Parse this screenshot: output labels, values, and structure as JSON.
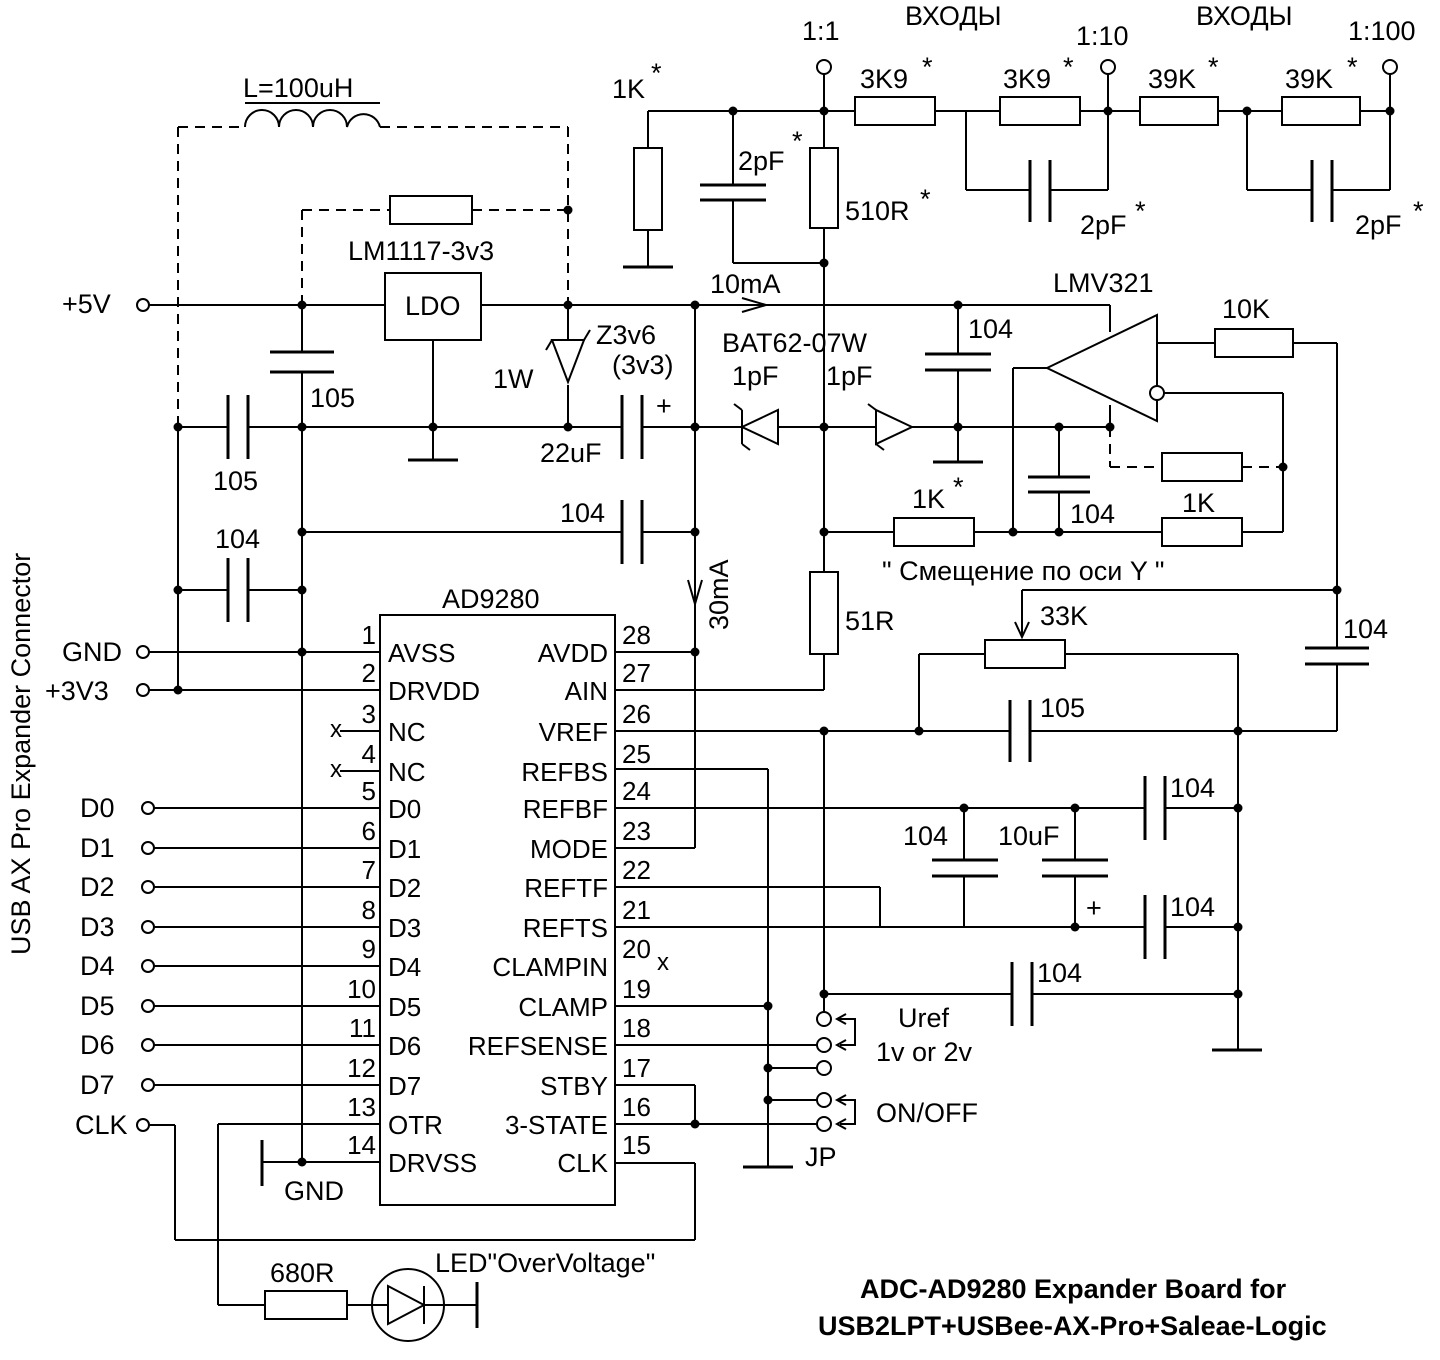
{
  "title": {
    "line1": "ADC-AD9280 Expander Board for",
    "line2": "USB2LPT+USBee-AX-Pro+Saleae-Logic"
  },
  "connector_label": "USB AX Pro Expander Connector",
  "connector_pins": [
    "+5V",
    "GND",
    "+3V3",
    "D0",
    "D1",
    "D2",
    "D3",
    "D4",
    "D5",
    "D6",
    "D7",
    "CLK"
  ],
  "chip": {
    "name": "AD9280",
    "left_pins": [
      {
        "num": "1",
        "name": "AVSS"
      },
      {
        "num": "2",
        "name": "DRVDD"
      },
      {
        "num": "3",
        "name": "NC"
      },
      {
        "num": "4",
        "name": "NC"
      },
      {
        "num": "5",
        "name": "D0"
      },
      {
        "num": "6",
        "name": "D1"
      },
      {
        "num": "7",
        "name": "D2"
      },
      {
        "num": "8",
        "name": "D3"
      },
      {
        "num": "9",
        "name": "D4"
      },
      {
        "num": "10",
        "name": "D5"
      },
      {
        "num": "11",
        "name": "D6"
      },
      {
        "num": "12",
        "name": "D7"
      },
      {
        "num": "13",
        "name": "OTR"
      },
      {
        "num": "14",
        "name": "DRVSS"
      }
    ],
    "right_pins": [
      {
        "num": "28",
        "name": "AVDD"
      },
      {
        "num": "27",
        "name": "AIN"
      },
      {
        "num": "26",
        "name": "VREF"
      },
      {
        "num": "25",
        "name": "REFBS"
      },
      {
        "num": "24",
        "name": "REFBF"
      },
      {
        "num": "23",
        "name": "MODE"
      },
      {
        "num": "22",
        "name": "REFTF"
      },
      {
        "num": "21",
        "name": "REFTS"
      },
      {
        "num": "20",
        "name": "CLAMPIN"
      },
      {
        "num": "19",
        "name": "CLAMP"
      },
      {
        "num": "18",
        "name": "REFSENSE"
      },
      {
        "num": "17",
        "name": "STBY"
      },
      {
        "num": "16",
        "name": "3-STATE"
      },
      {
        "num": "15",
        "name": "CLK"
      }
    ]
  },
  "labels": {
    "inductor": "L=100uH",
    "ldo": "LDO",
    "ldo_part": "LM1117-3v3",
    "zener": "Z3v6",
    "zener_alt": "(3v3)",
    "zener_power": "1W",
    "c_22uf": "22uF",
    "plus": "+",
    "c105a": "105",
    "c105b": "105",
    "c104_gnd": "104",
    "c104_mid": "104",
    "current_10ma": "10mA",
    "current_30ma": "30mA",
    "diode_part": "BAT62-07W",
    "diode_c1": "1pF",
    "diode_c2": "1pF",
    "opamp": "LMV321",
    "r10k": "10K",
    "c104_opamp": "104",
    "r1k_star": "1K",
    "r1k": "1K",
    "c104_bias": "104",
    "bias_label": "\" Смещение по оси Y \"",
    "r51": "51R",
    "r33k": "33K",
    "c104_right": "104",
    "c105_vref": "105",
    "c104_refbf": "104",
    "c104_reft": "104",
    "c104_g1": "104",
    "c10uf": "10uF",
    "c104_clamp": "104",
    "uref": "Uref",
    "uref_val": "1v or 2v",
    "onoff": "ON/OFF",
    "jp": "JP",
    "gnd_text": "GND",
    "r680": "680R",
    "led": "LED\"OverVoltage\"",
    "in_1_1": "1:1",
    "in_1_10": "1:10",
    "in_1_100": "1:100",
    "inputs_a": "ВХОДЫ",
    "inputs_b": "ВХОДЫ",
    "r1k_input": "1K",
    "c2pf_a": "2pF",
    "r510": "510R",
    "r3k9_a": "3K9",
    "r3k9_b": "3K9",
    "r39k_a": "39K",
    "r39k_b": "39K",
    "c2pf_b": "2pF",
    "c2pf_c": "2pF",
    "star": "*"
  }
}
